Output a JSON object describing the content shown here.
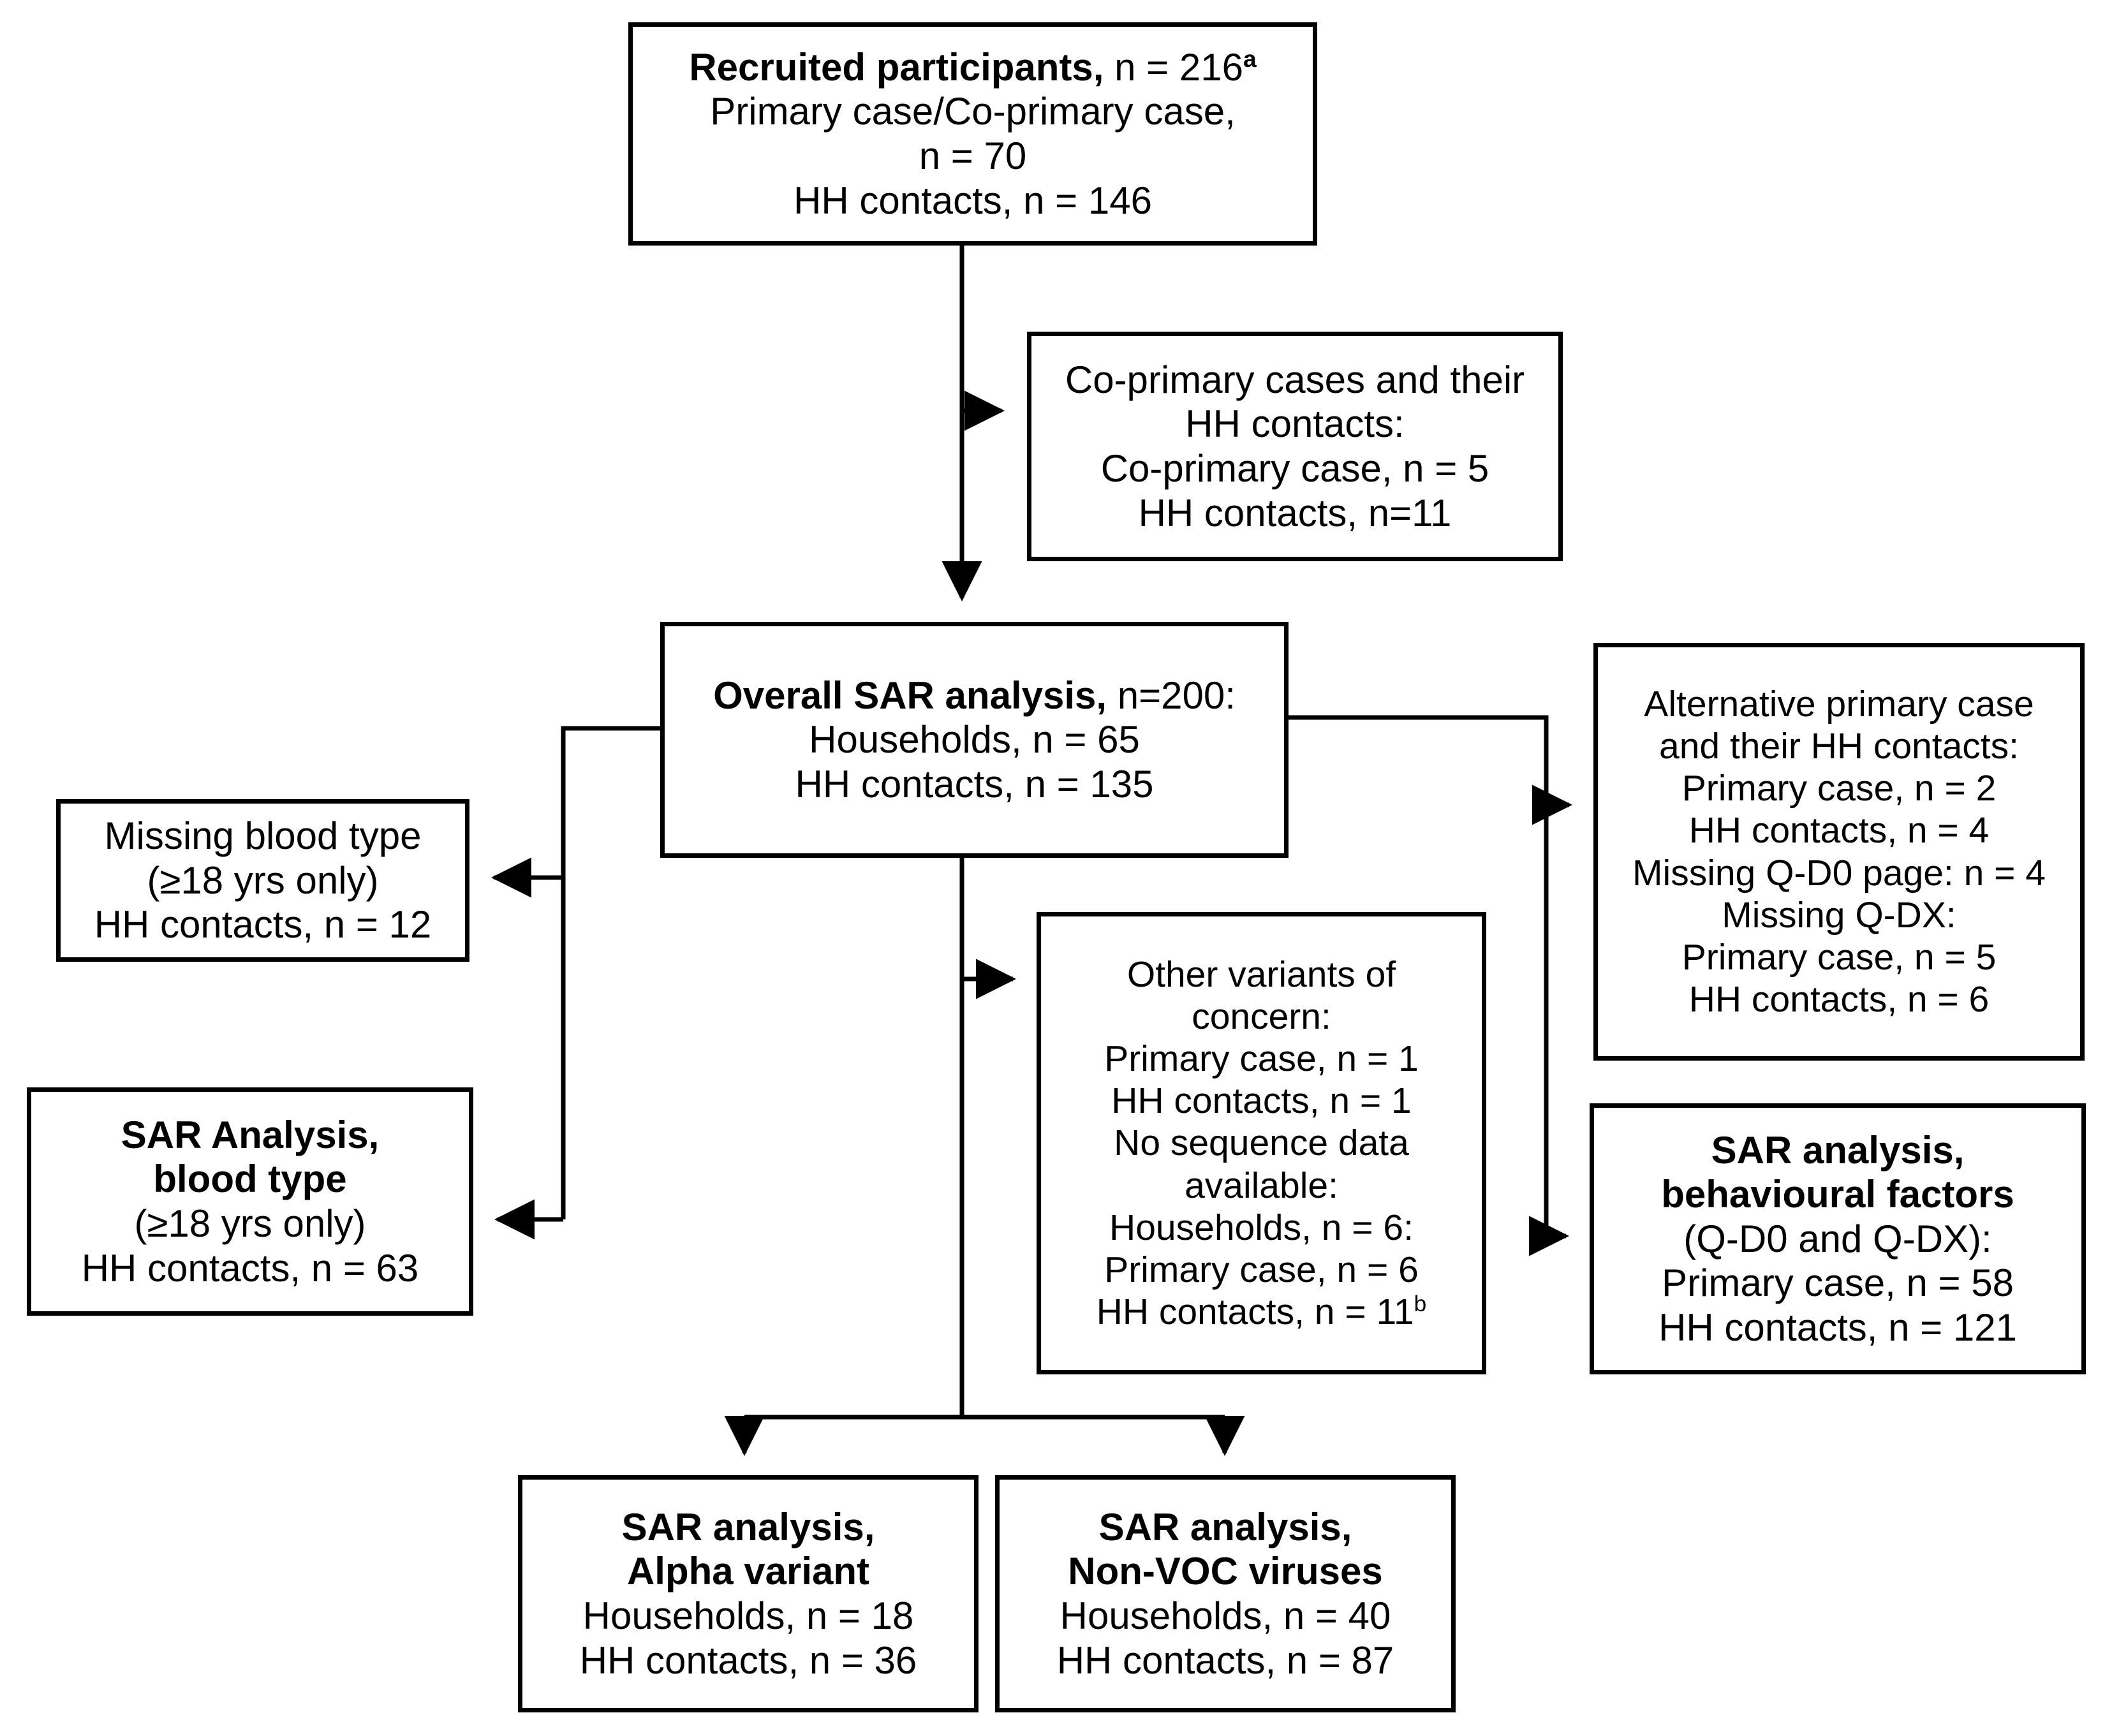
{
  "diagram": {
    "title": "Study participant flow (CONSORT-style) for household SAR analyses",
    "line_color": "#000000",
    "box_border_color": "#000000",
    "background_color": "#ffffff"
  },
  "footnote_markers": [
    "a",
    "b"
  ],
  "nodes": {
    "recruited": {
      "id": "recruited-participants",
      "lines": [
        {
          "text": "Recruited participants,",
          "bold": true,
          "suffix": " n = 216",
          "sup": "a"
        },
        {
          "text": "Primary case/Co-primary case,"
        },
        {
          "text": "n = 70"
        },
        {
          "text": "HH contacts, n = 146"
        }
      ]
    },
    "coprimary": {
      "id": "co-primary-cases-excluded",
      "lines": [
        {
          "text": "Co-primary cases and their"
        },
        {
          "text": "HH contacts:"
        },
        {
          "text": "Co-primary case, n = 5"
        },
        {
          "text": "HH contacts, n=11"
        }
      ]
    },
    "overall": {
      "id": "overall-sar-analysis",
      "lines": [
        {
          "text": "Overall SAR analysis,",
          "bold": true,
          "suffix": " n=200:"
        },
        {
          "text": "Households, n = 65"
        },
        {
          "text": "HH contacts, n = 135"
        }
      ]
    },
    "alt_primary": {
      "id": "alternative-primary-case-excluded",
      "lines": [
        {
          "text": "Alternative primary case"
        },
        {
          "text": "and their HH contacts:"
        },
        {
          "text": "Primary case, n = 2"
        },
        {
          "text": "HH contacts, n = 4"
        },
        {
          "text": "Missing Q-D0 page: n = 4"
        },
        {
          "text": "Missing Q-DX:"
        },
        {
          "text": "Primary case, n = 5"
        },
        {
          "text": "HH contacts, n = 6"
        }
      ]
    },
    "missing_blood": {
      "id": "missing-blood-type-excluded",
      "lines": [
        {
          "text": "Missing blood type"
        },
        {
          "text": "(≥18 yrs only)"
        },
        {
          "text": "HH contacts, n = 12"
        }
      ]
    },
    "other_variants": {
      "id": "other-variants-of-concern-excluded",
      "lines": [
        {
          "text": "Other variants of"
        },
        {
          "text": "concern:"
        },
        {
          "text": "Primary case, n = 1"
        },
        {
          "text": "HH contacts, n = 1"
        },
        {
          "text": "No sequence data"
        },
        {
          "text": "available:"
        },
        {
          "text": "Households, n = 6:"
        },
        {
          "text": "Primary case, n = 6"
        },
        {
          "text": "HH contacts, n = 11",
          "sup": "b"
        }
      ]
    },
    "sar_blood": {
      "id": "sar-analysis-blood-type",
      "lines": [
        {
          "text": "SAR Analysis,",
          "bold": true
        },
        {
          "text": "blood type",
          "bold": true
        },
        {
          "text": "(≥18 yrs only)"
        },
        {
          "text": "HH contacts, n = 63"
        }
      ]
    },
    "behavioural": {
      "id": "sar-analysis-behavioural-factors",
      "lines": [
        {
          "text": "SAR analysis,",
          "bold": true
        },
        {
          "text": "behavioural factors",
          "bold": true
        },
        {
          "text": "(Q-D0 and Q-DX):"
        },
        {
          "text": "Primary case, n = 58"
        },
        {
          "text": "HH contacts, n = 121"
        }
      ]
    },
    "alpha": {
      "id": "sar-analysis-alpha-variant",
      "lines": [
        {
          "text": "SAR analysis,",
          "bold": true
        },
        {
          "text": "Alpha variant",
          "bold": true
        },
        {
          "text": "Households, n = 18"
        },
        {
          "text": "HH contacts, n = 36"
        }
      ]
    },
    "nonvoc": {
      "id": "sar-analysis-non-voc-viruses",
      "lines": [
        {
          "text": "SAR analysis,",
          "bold": true
        },
        {
          "text": "Non-VOC viruses",
          "bold": true
        },
        {
          "text": "Households, n = 40"
        },
        {
          "text": "HH contacts, n = 87"
        }
      ]
    }
  },
  "edges": [
    {
      "from": "recruited",
      "to": "coprimary",
      "arrow": "right"
    },
    {
      "from": "recruited",
      "to": "overall",
      "arrow": "down"
    },
    {
      "from": "overall",
      "to": "missing_blood",
      "arrow": "left"
    },
    {
      "from": "overall",
      "to": "sar_blood",
      "arrow": "left"
    },
    {
      "from": "overall",
      "to": "alt_primary",
      "arrow": "right"
    },
    {
      "from": "overall",
      "to": "behavioural",
      "arrow": "right"
    },
    {
      "from": "overall",
      "to": "other_variants",
      "arrow": "right"
    },
    {
      "from": "overall",
      "to": "alpha",
      "arrow": "down"
    },
    {
      "from": "overall",
      "to": "nonvoc",
      "arrow": "down"
    }
  ]
}
